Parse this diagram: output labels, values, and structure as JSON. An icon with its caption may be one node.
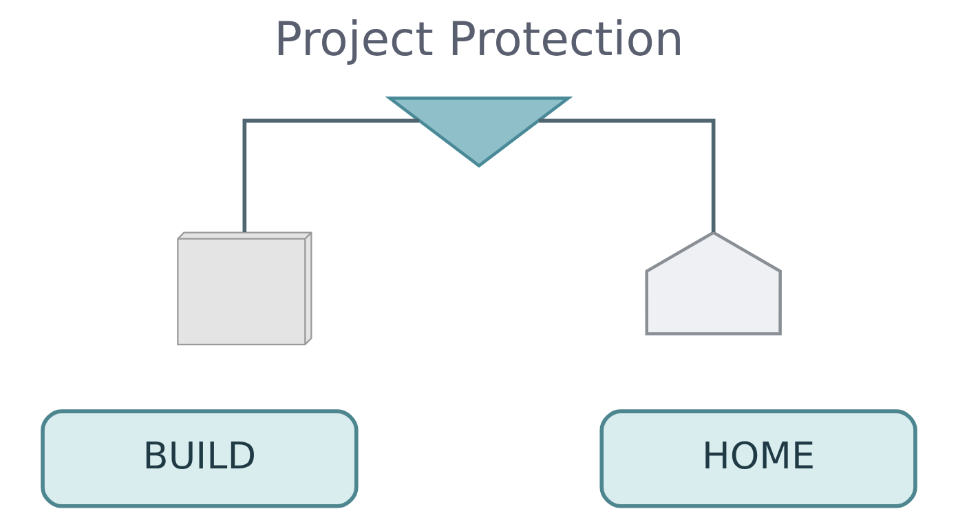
{
  "diagram": {
    "title": "Project Protection",
    "nodes": [
      {
        "text": [],
        "shape": "umbrella"
      },
      {
        "text": [],
        "shape": "crane"
      },
      {
        "text": [],
        "shape": "house"
      },
      {
        "text": [
          "BUILD"
        ]
      },
      {
        "text": [
          "HOME"
        ]
      }
    ],
    "edges": [
      {
        "from": 0,
        "to": 1,
        "arrow": "none"
      },
      {
        "from": 0,
        "to": 2,
        "arrow": "none"
      }
    ]
  }
}
